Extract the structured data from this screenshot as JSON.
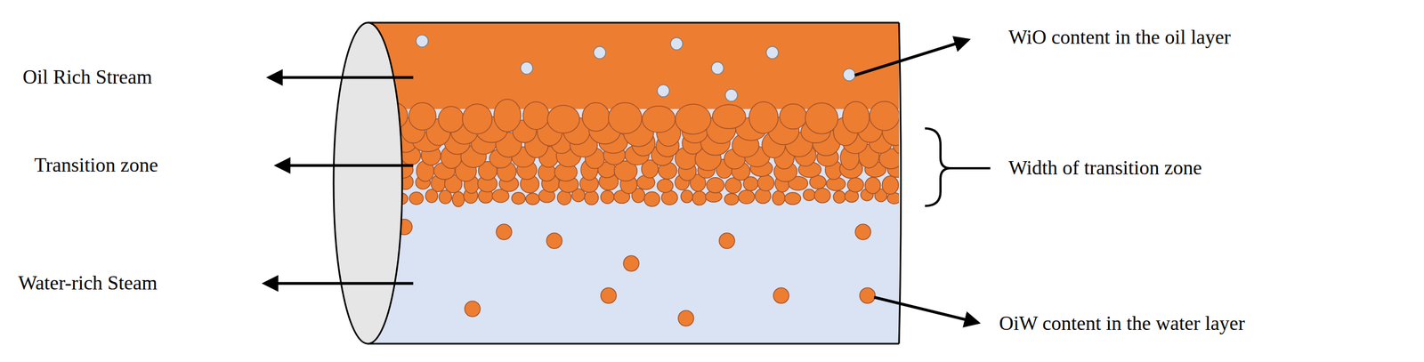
{
  "diagram": {
    "labels": [
      "Oil Rich Stream",
      "Transition zone",
      "Water-rich Steam",
      "WiO content in the oil layer",
      "Width of transition zone",
      "OiW content in the water layer"
    ]
  }
}
